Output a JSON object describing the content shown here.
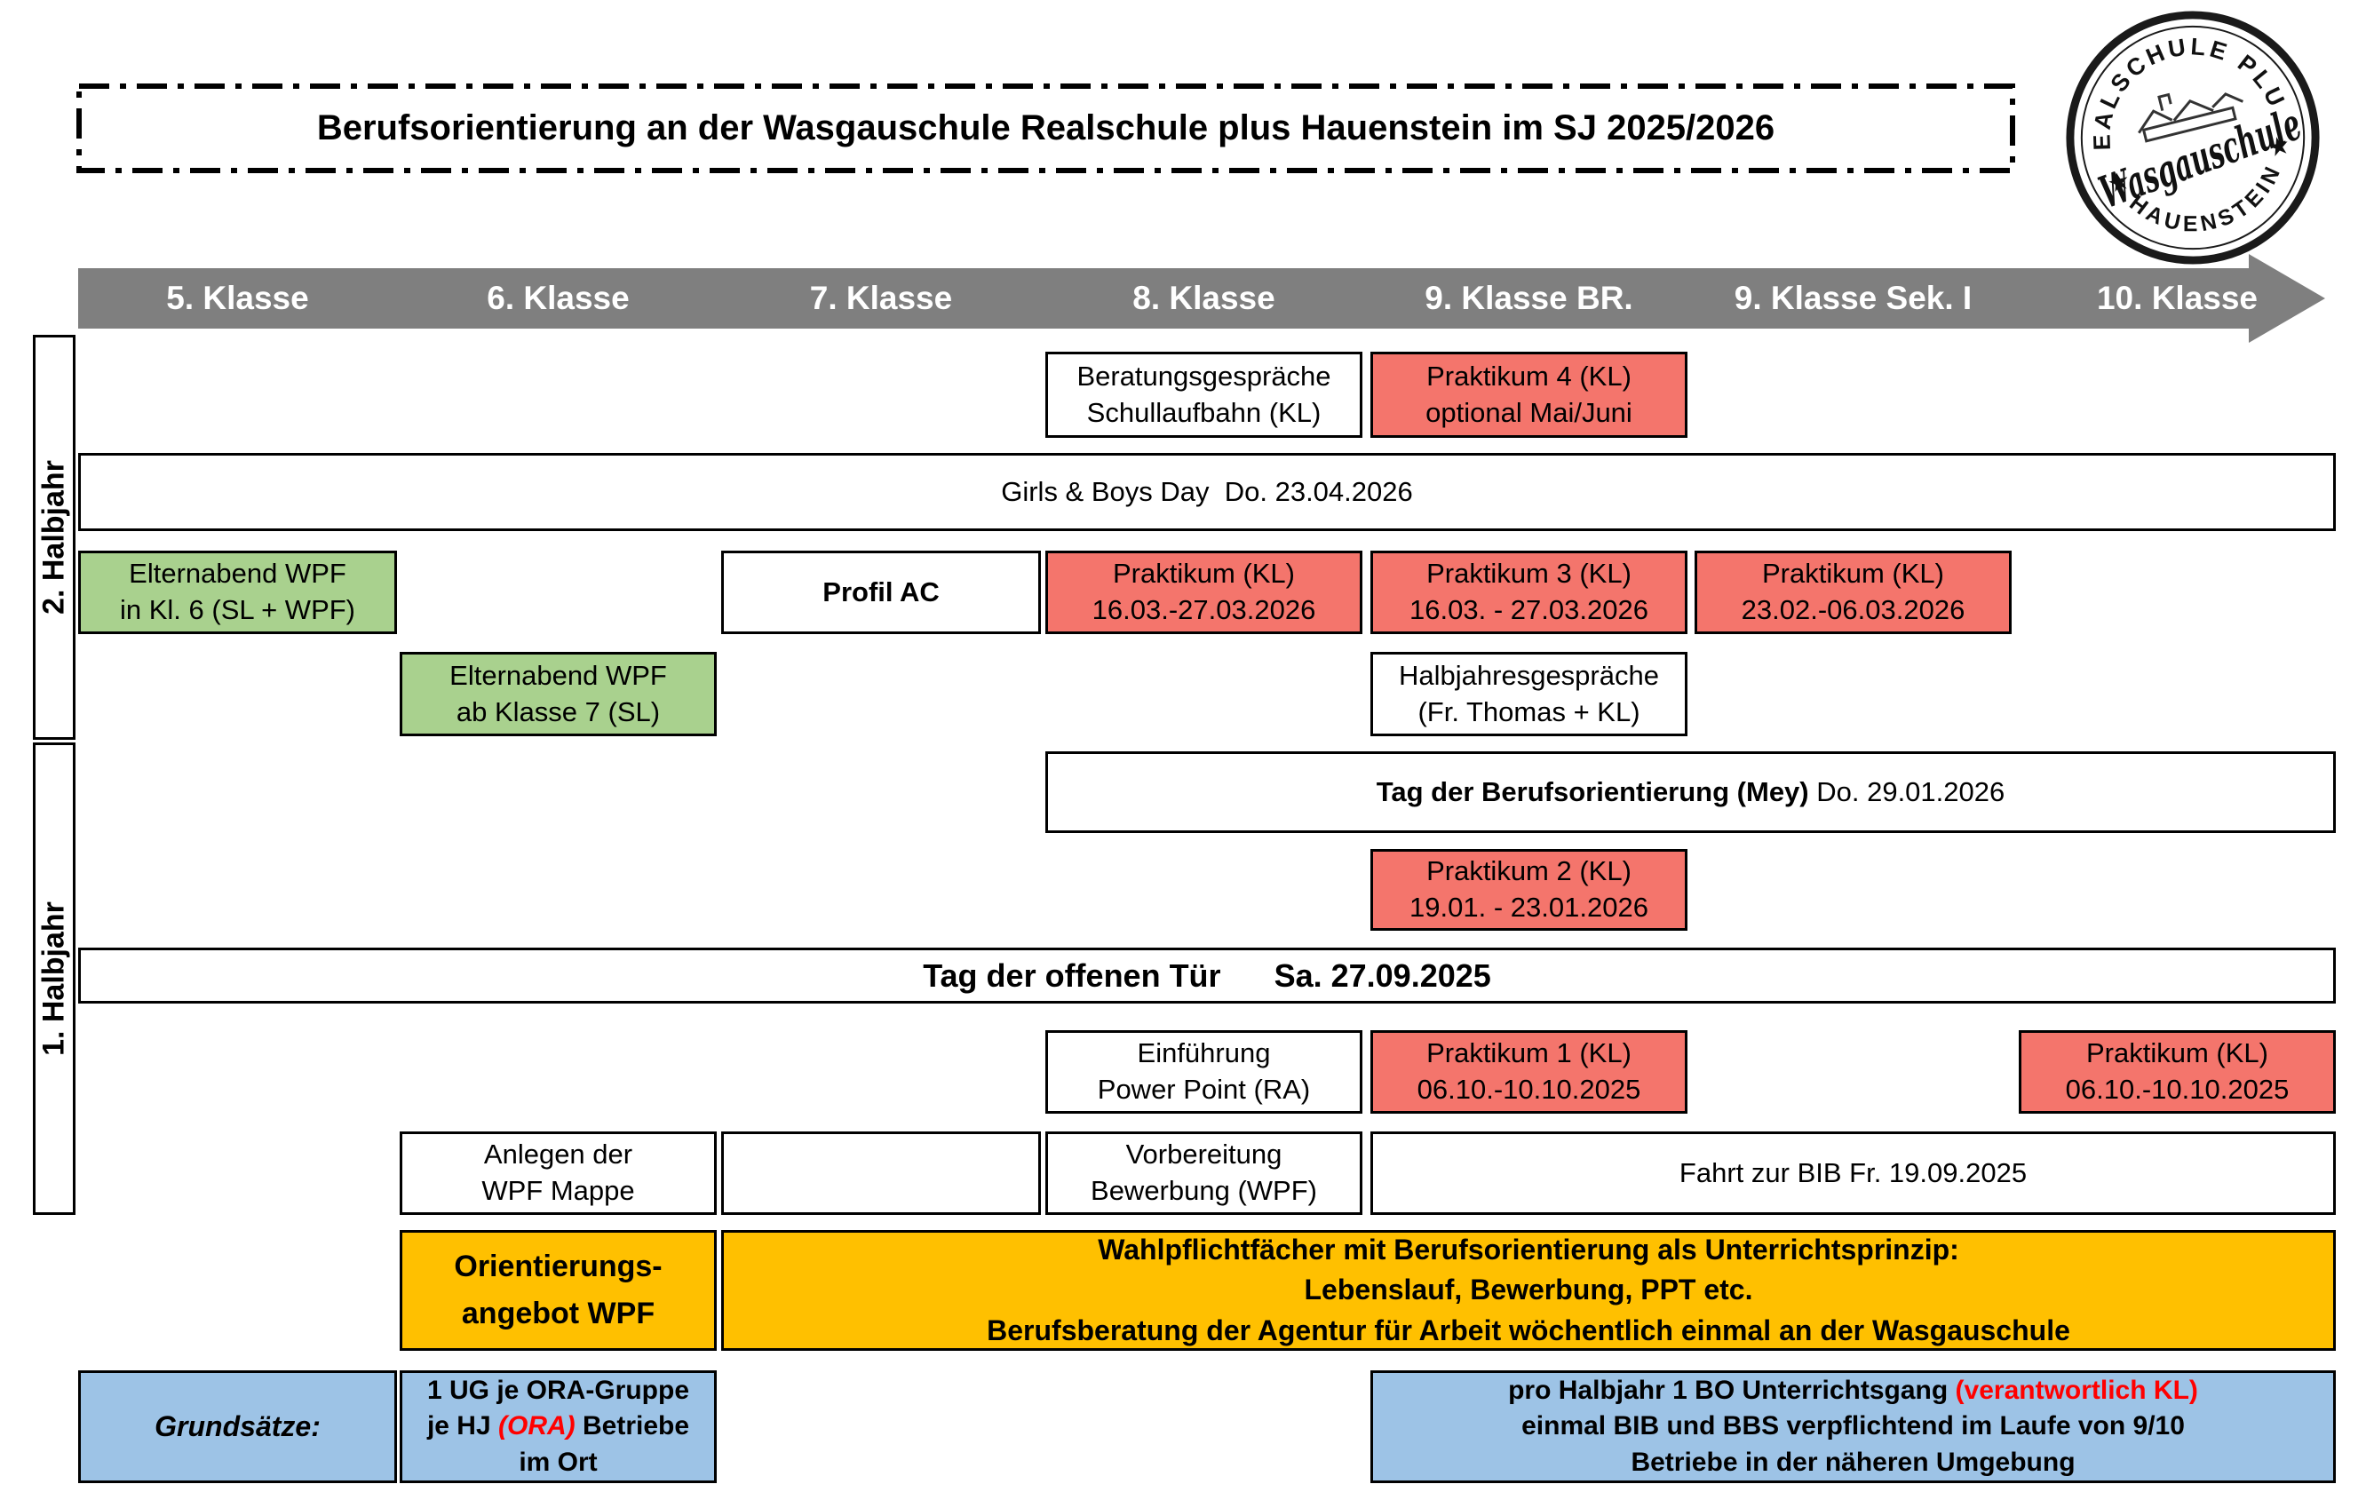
{
  "title": "Berufsorientierung an der Wasgauschule Realschule plus Hauenstein im SJ 2025/2026",
  "logo": {
    "arc_top": "REALSCHULE PLUS",
    "script": "Wasgauschule",
    "arc_bottom": "★ HAUENSTEIN ★"
  },
  "header": {
    "columns": [
      "5. Klasse",
      "6. Klasse",
      "7. Klasse",
      "8. Klasse",
      "9. Klasse BR.",
      "9. Klasse Sek. I",
      "10. Klasse"
    ]
  },
  "halbjahr": {
    "second": "2. Halbjahr",
    "first": "1. Halbjahr"
  },
  "events": {
    "beratung": {
      "line1": "Beratungsgespräche",
      "line2": "Schullaufbahn (KL)"
    },
    "praktikum4": {
      "line1": "Praktikum 4 (KL)",
      "line2": "optional Mai/Juni"
    },
    "girls_boys": {
      "text": "Girls & Boys Day  Do. 23.04.2026"
    },
    "elternabend_kl6": {
      "line1": "Elternabend WPF",
      "line2": "in Kl. 6 (SL + WPF)"
    },
    "profil_ac": {
      "text": "Profil AC"
    },
    "praktikum_kl8": {
      "line1": "Praktikum (KL)",
      "line2": "16.03.-27.03.2026"
    },
    "praktikum3": {
      "line1": "Praktikum 3 (KL)",
      "line2": "16.03. - 27.03.2026"
    },
    "praktikum_sek1": {
      "line1": "Praktikum (KL)",
      "line2": "23.02.-06.03.2026"
    },
    "elternabend_kl7": {
      "line1": "Elternabend WPF",
      "line2": "ab Klasse 7 (SL)"
    },
    "halbjahresgespraeche": {
      "line1": "Halbjahresgespräche",
      "line2": "(Fr. Thomas + KL)"
    },
    "tag_bo": {
      "bold": "Tag der Berufsorientierung (Mey)",
      "rest": " Do. 29.01.2026"
    },
    "praktikum2": {
      "line1": "Praktikum 2 (KL)",
      "line2": "19.01. - 23.01.2026"
    },
    "tag_offene_tuer": {
      "bold": "Tag der offenen Tür",
      "date": "Sa. 27.09.2025"
    },
    "powerpoint": {
      "line1": "Einführung",
      "line2": "Power Point (RA)"
    },
    "praktikum1": {
      "line1": "Praktikum 1 (KL)",
      "line2": "06.10.-10.10.2025"
    },
    "praktikum_kl10": {
      "line1": "Praktikum (KL)",
      "line2": "06.10.-10.10.2025"
    },
    "wpf_mappe": {
      "line1": "Anlegen der",
      "line2": "WPF Mappe"
    },
    "vorbereitung": {
      "line1": "Vorbereitung",
      "line2": "Bewerbung (WPF)"
    },
    "bib_fahrt": {
      "text": "Fahrt zur BIB Fr. 19.09.2025"
    },
    "ora_wpf": {
      "line1": "Orientierungs-",
      "line2": "angebot WPF"
    },
    "wahlpflicht": {
      "line1": "Wahlpflichtfächer mit Berufsorientierung als Unterrichtsprinzip:",
      "line2": "Lebenslauf, Bewerbung, PPT etc.",
      "line3": "Berufsberatung der Agentur für Arbeit wöchentlich einmal an der Wasgauschule"
    },
    "grundsaetze": {
      "text": "Grundsätze:"
    },
    "ug_ora": {
      "line1": "1 UG je ORA-Gruppe",
      "line2a": "je HJ ",
      "line2b": "(ORA)",
      "line2c": " Betriebe",
      "line3": "im Ort"
    },
    "bo_unterrichtsgang": {
      "line1a": "pro Halbjahr 1 BO Unterrichtsgang ",
      "line1b": "(verantwortlich KL)",
      "line2": "einmal BIB und BBS verpflichtend im Laufe von 9/10",
      "line3": "Betriebe in der näheren Umgebung"
    }
  },
  "colors": {
    "praktikum_red": "#F4756C",
    "elternabend_green": "#A9D18E",
    "wpf_orange": "#FFC000",
    "grundsatz_blue": "#9DC3E6",
    "arrow_gray": "#7F7F7F",
    "highlight_red_text": "#FF0000"
  }
}
